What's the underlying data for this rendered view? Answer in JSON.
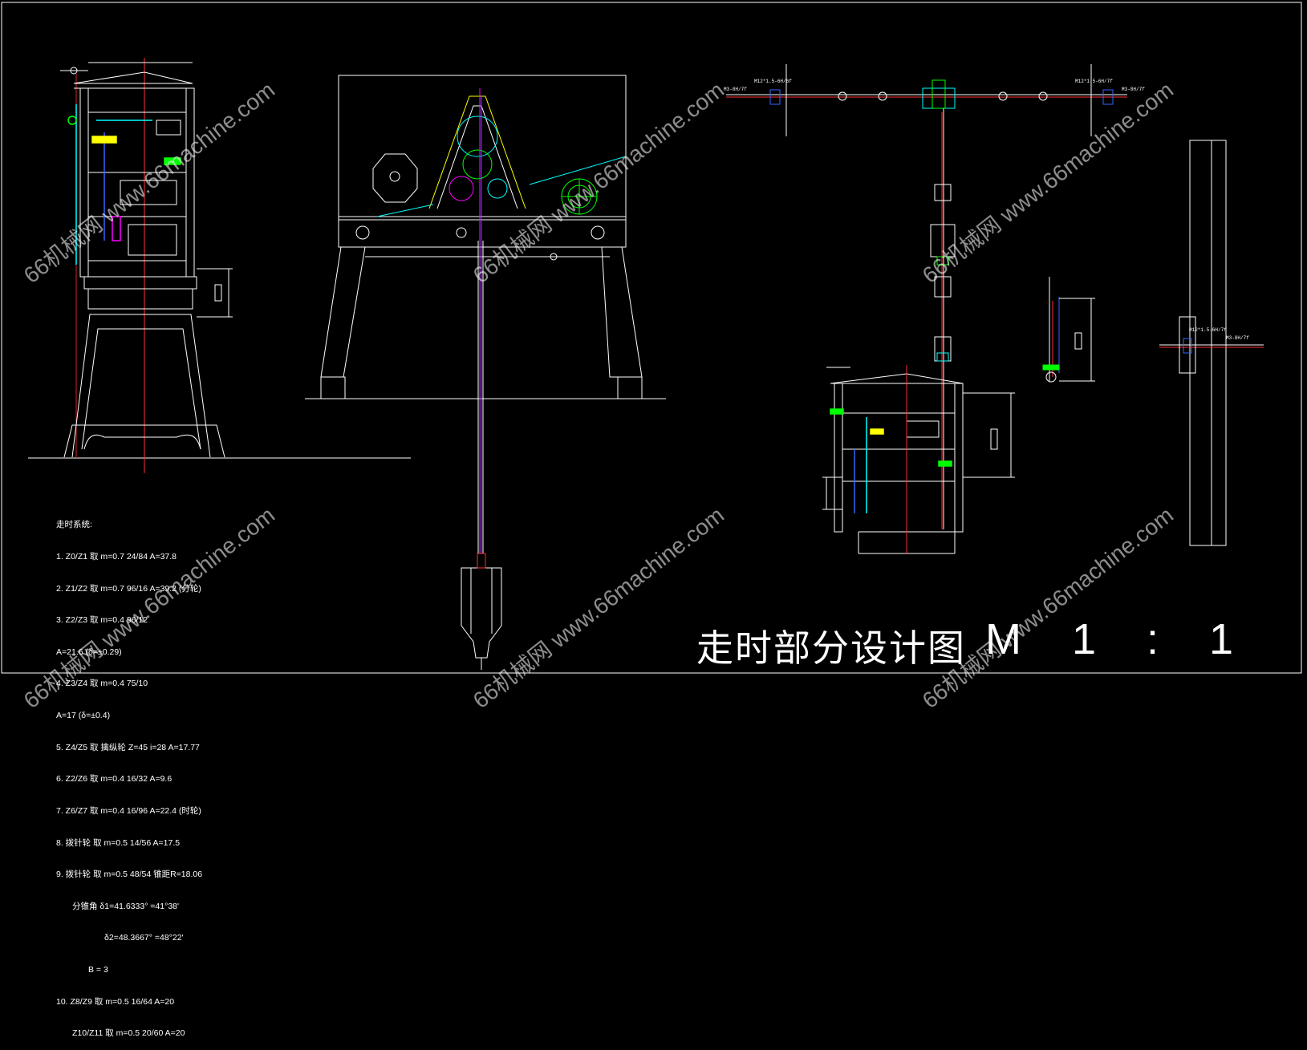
{
  "drawing": {
    "title": "走时部分设计图",
    "scale": "M 1 : 1",
    "colors": {
      "background": "#000000",
      "line": "#ffffff",
      "green": "#00ff00",
      "cyan": "#00ffff",
      "yellow": "#ffff00",
      "blue": "#3366ff",
      "red": "#ff3030",
      "magenta": "#ff00ff"
    }
  },
  "notes": {
    "heading": "走时系统:",
    "lines": [
      "1. Z0/Z1 取 m=0.7 24/84 A=37.8",
      "2. Z1/Z2 取 m=0.7 96/16 A=39.2 (分轮)",
      "3. Z2/Z3 取 m=0.4 96/12",
      "A=21.6 (δ=±0.29)",
      "4. Z3/Z4 取 m=0.4 75/10",
      "A=17 (δ=±0.4)",
      "5. Z4/Z5 取 擒纵轮 Z=45 i=28 A=17.77",
      "6. Z2/Z6 取 m=0.4 16/32 A=9.6",
      "7. Z6/Z7 取 m=0.4 16/96 A=22.4 (时轮)",
      "8. 拨针轮 取 m=0.5 14/56 A=17.5",
      "9. 拨针轮 取 m=0.5 48/54 锥距R=18.06",
      "分锥角 δ1=41.6333° =41°38'",
      "δ2=48.3667° =48°22'",
      "B = 3",
      "10. Z8/Z9 取 m=0.5 16/64 A=20",
      "Z10/Z11 取 m=0.5 20/60 A=20"
    ]
  },
  "labels": {
    "shaft_left": "M3-8H/7f",
    "shaft_left2": "M12*1.5-6H/6f",
    "shaft_mid": "M12*1.5-6H/7f",
    "shaft_right": "M3-8H/7f",
    "shaft_side": "M12*1.5-6H/7f",
    "shaft_side2": "M3-8H/7f"
  },
  "watermark": {
    "text1": "66机械网",
    "text2": "www.66machine.com"
  }
}
